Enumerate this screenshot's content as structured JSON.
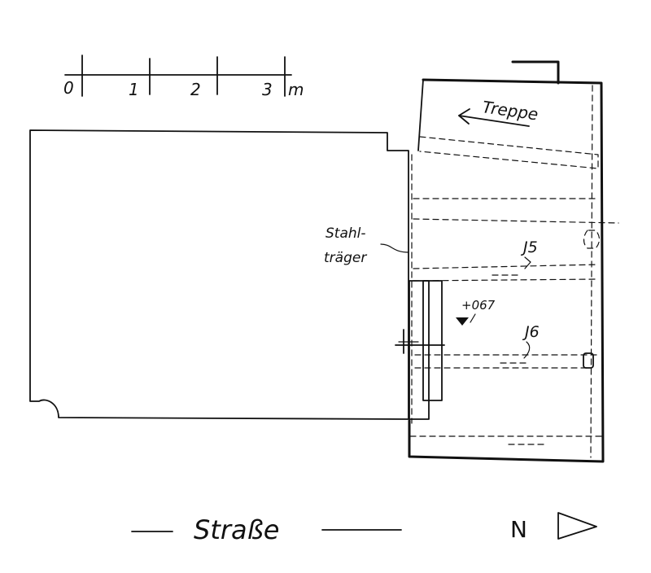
{
  "scale_bar": {
    "ticks": [
      "0",
      "1",
      "2",
      "3"
    ],
    "unit": "m"
  },
  "labels": {
    "stairs": "Treppe",
    "beam_line1": "Stahl-",
    "beam_line2": "träger",
    "section_5": "J5",
    "section_6": "J6",
    "elevation": "+067"
  },
  "street": "Straße",
  "north": "N"
}
